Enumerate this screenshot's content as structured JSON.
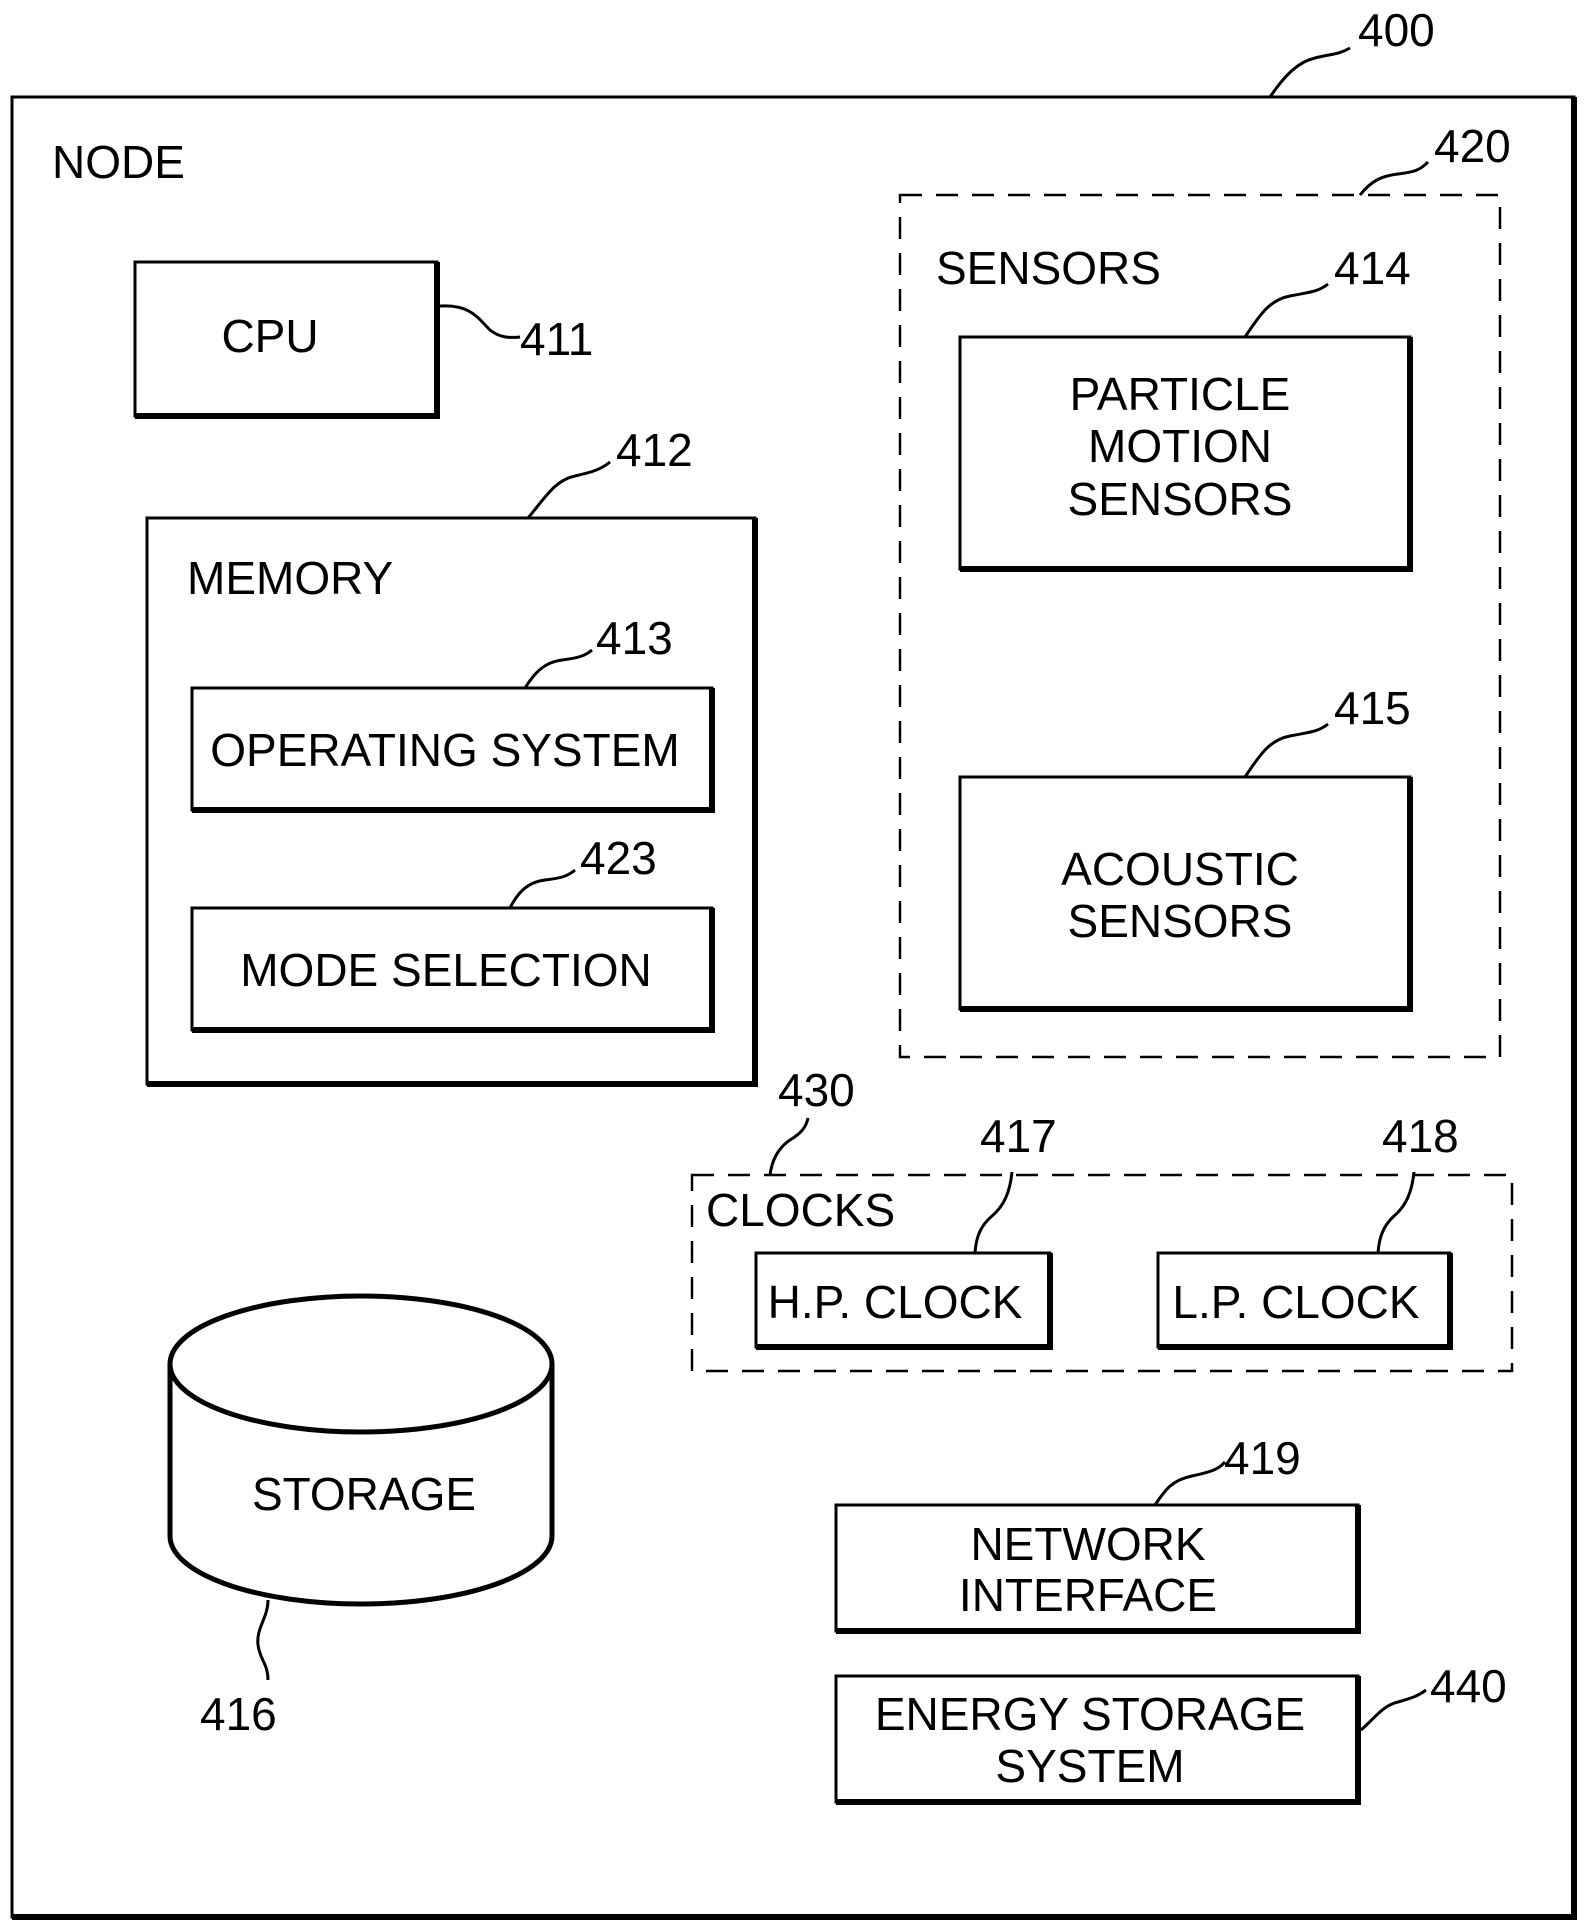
{
  "refs": {
    "node": "400",
    "cpu": "411",
    "memory": "412",
    "os": "413",
    "particle": "414",
    "acoustic": "415",
    "storage": "416",
    "hp_clock": "417",
    "lp_clock": "418",
    "network": "419",
    "sensors": "420",
    "mode": "423",
    "clocks": "430",
    "energy": "440"
  },
  "labels": {
    "node": "NODE",
    "cpu": "CPU",
    "memory": "MEMORY",
    "os": "OPERATING SYSTEM",
    "mode": "MODE SELECTION",
    "sensors": "SENSORS",
    "particle": [
      "PARTICLE",
      "MOTION",
      "SENSORS"
    ],
    "acoustic": [
      "ACOUSTIC",
      "SENSORS"
    ],
    "clocks": "CLOCKS",
    "hp_clock": "H.P. CLOCK",
    "lp_clock": "L.P. CLOCK",
    "storage": "STORAGE",
    "network": [
      "NETWORK",
      "INTERFACE"
    ],
    "energy": [
      "ENERGY STORAGE",
      "SYSTEM"
    ]
  }
}
